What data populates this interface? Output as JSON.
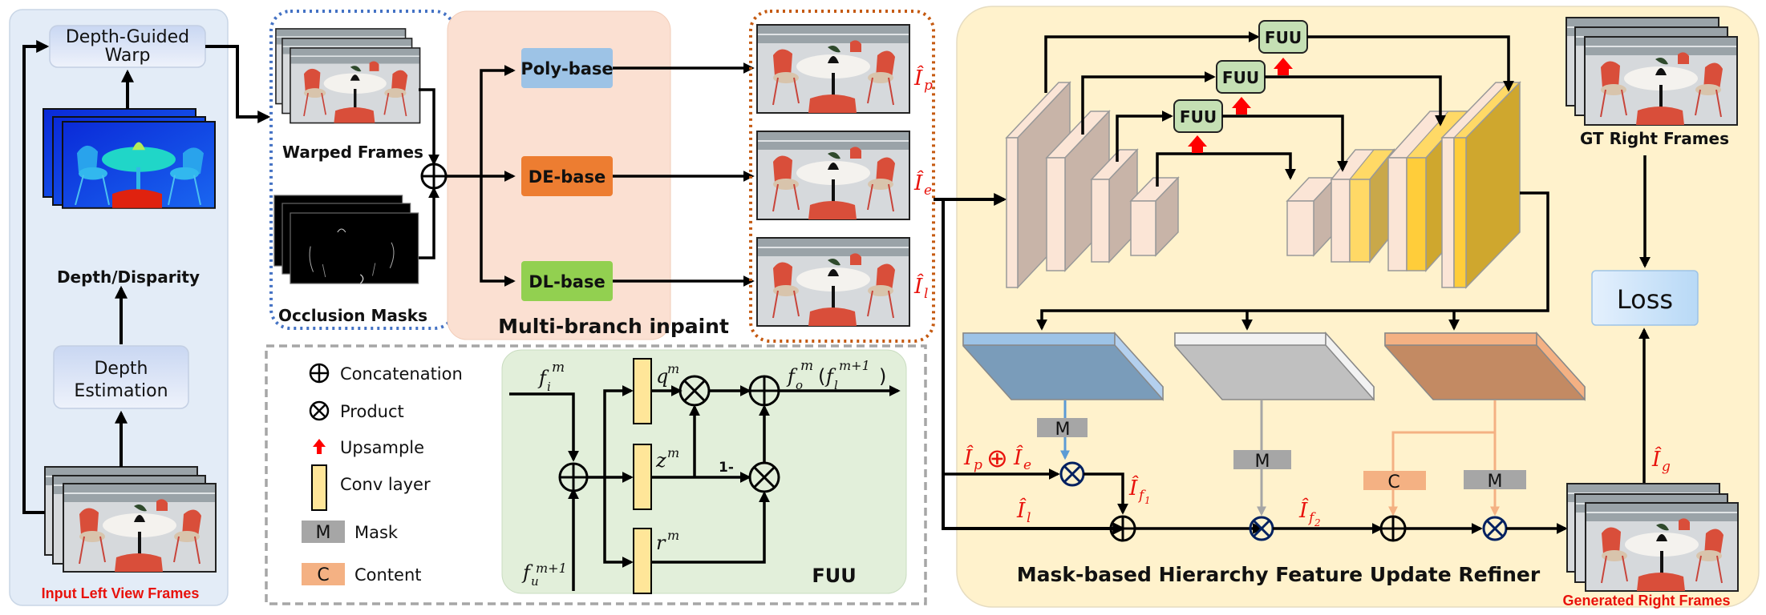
{
  "left_panel": {
    "warp_box": [
      "Depth-Guided",
      "Warp"
    ],
    "depth_label": "Depth/Disparity",
    "estimation_box": [
      "Depth",
      "Estimation"
    ],
    "caption": "Input Left View Frames"
  },
  "warp_group": {
    "warped_label": "Warped Frames",
    "mask_label": "Occlusion Masks"
  },
  "inpaint": {
    "title": "Multi-branch inpaint",
    "branches": [
      {
        "label": "Poly-base",
        "color": "#9dc3e6",
        "output": "Î",
        "sub": "p"
      },
      {
        "label": "DE-base",
        "color": "#ed7d31",
        "output": "Î",
        "sub": "e"
      },
      {
        "label": "DL-base",
        "color": "#92d050",
        "output": "Î",
        "sub": "l"
      }
    ]
  },
  "legend": {
    "items": [
      {
        "symbol": "concat-icon",
        "label": "Concatenation"
      },
      {
        "symbol": "product-icon",
        "label": "Product"
      },
      {
        "symbol": "upsample-icon",
        "label": "Upsample"
      },
      {
        "symbol": "conv-layer-icon",
        "label": "Conv layer"
      },
      {
        "symbol": "M",
        "label": "Mask"
      },
      {
        "symbol": "C",
        "label": "Content"
      }
    ]
  },
  "fuu_detail": {
    "title": "FUU",
    "input_top": {
      "base": "f",
      "sub": "i",
      "sup": "m"
    },
    "input_bottom": {
      "base": "f",
      "sub": "u",
      "sup": "m+1"
    },
    "gates": [
      {
        "base": "q",
        "sup": "m"
      },
      {
        "base": "z",
        "sup": "m"
      },
      {
        "base": "r",
        "sup": "m"
      }
    ],
    "one_minus": "1-",
    "output": {
      "base": "f",
      "sub": "o",
      "sup": "m",
      "paren_base": "f",
      "paren_sub": "l",
      "paren_sup": "m+1"
    }
  },
  "refiner": {
    "title": "Mask-based Hierarchy Feature Update Refiner",
    "fuu_label": "FUU",
    "gt_label": "GT Right Frames",
    "loss_label": "Loss",
    "generated_label": "Generated Right Frames",
    "mask_label": "M",
    "content_label": "C",
    "terms": {
      "pe": {
        "a": "Î",
        "asub": "p",
        "op": "⊕",
        "b": "Î",
        "bsub": "e"
      },
      "l": {
        "a": "Î",
        "asub": "l"
      },
      "f1": {
        "a": "Î",
        "asub": "f",
        "asubsub": "1"
      },
      "f2": {
        "a": "Î",
        "asub": "f",
        "asubsub": "2"
      },
      "g": {
        "a": "Î",
        "asub": "g"
      }
    },
    "colors": {
      "blue_plate": "#7a9cba",
      "gray_plate": "#c0c0c0",
      "brown_plate": "#c38a63",
      "orange_line": "#f4b183",
      "blue_line": "#5b9bd5",
      "gray_line": "#a6a6a6"
    }
  }
}
